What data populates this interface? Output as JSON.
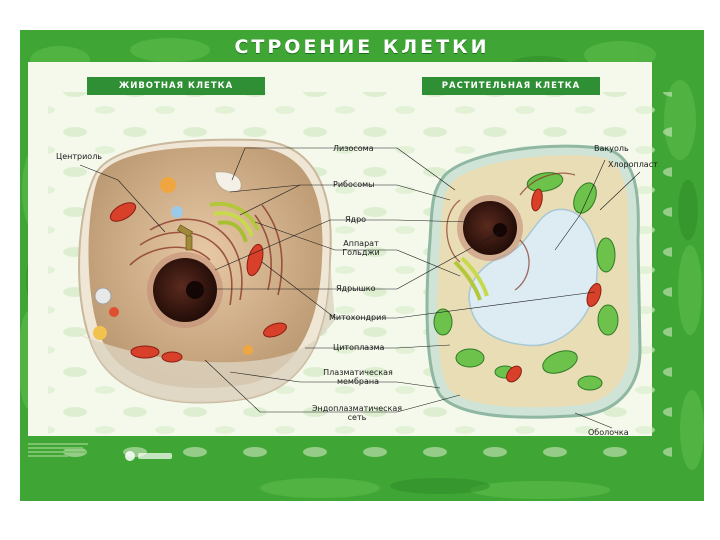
{
  "title": "СТРОЕНИЕ КЛЕТКИ",
  "sections": {
    "animal": "ЖИВОТНАЯ КЛЕТКА",
    "plant": "РАСТИТЕЛЬНАЯ КЛЕТКА"
  },
  "labels": {
    "centriole": "Центриоль",
    "lysosome": "Лизосома",
    "ribosomes": "Рибосомы",
    "nucleus": "Ядро",
    "golgi_line1": "Аппарат",
    "golgi_line2": "Гольджи",
    "nucleolus": "Ядрышко",
    "mitochondria": "Митохондрия",
    "cytoplasm": "Цитоплазма",
    "membrane_line1": "Плазматическая",
    "membrane_line2": "мембрана",
    "er_line1": "Эндоплазматическая",
    "er_line2": "сеть",
    "vacuole": "Вакуоль",
    "chloroplast": "Хлоропласт",
    "cell_wall": "Оболочка"
  },
  "colors": {
    "poster_green": "#3fa535",
    "panel_background": "#f4f9ec",
    "label_band": "#2f8f34",
    "nucleus": "#3a1a12",
    "mitochondria": "#d8402a",
    "chloroplast": "#6cc24a",
    "vacuole": "#dcecf2"
  },
  "footer": {
    "publisher_logo": "publisher-logo-icon"
  }
}
